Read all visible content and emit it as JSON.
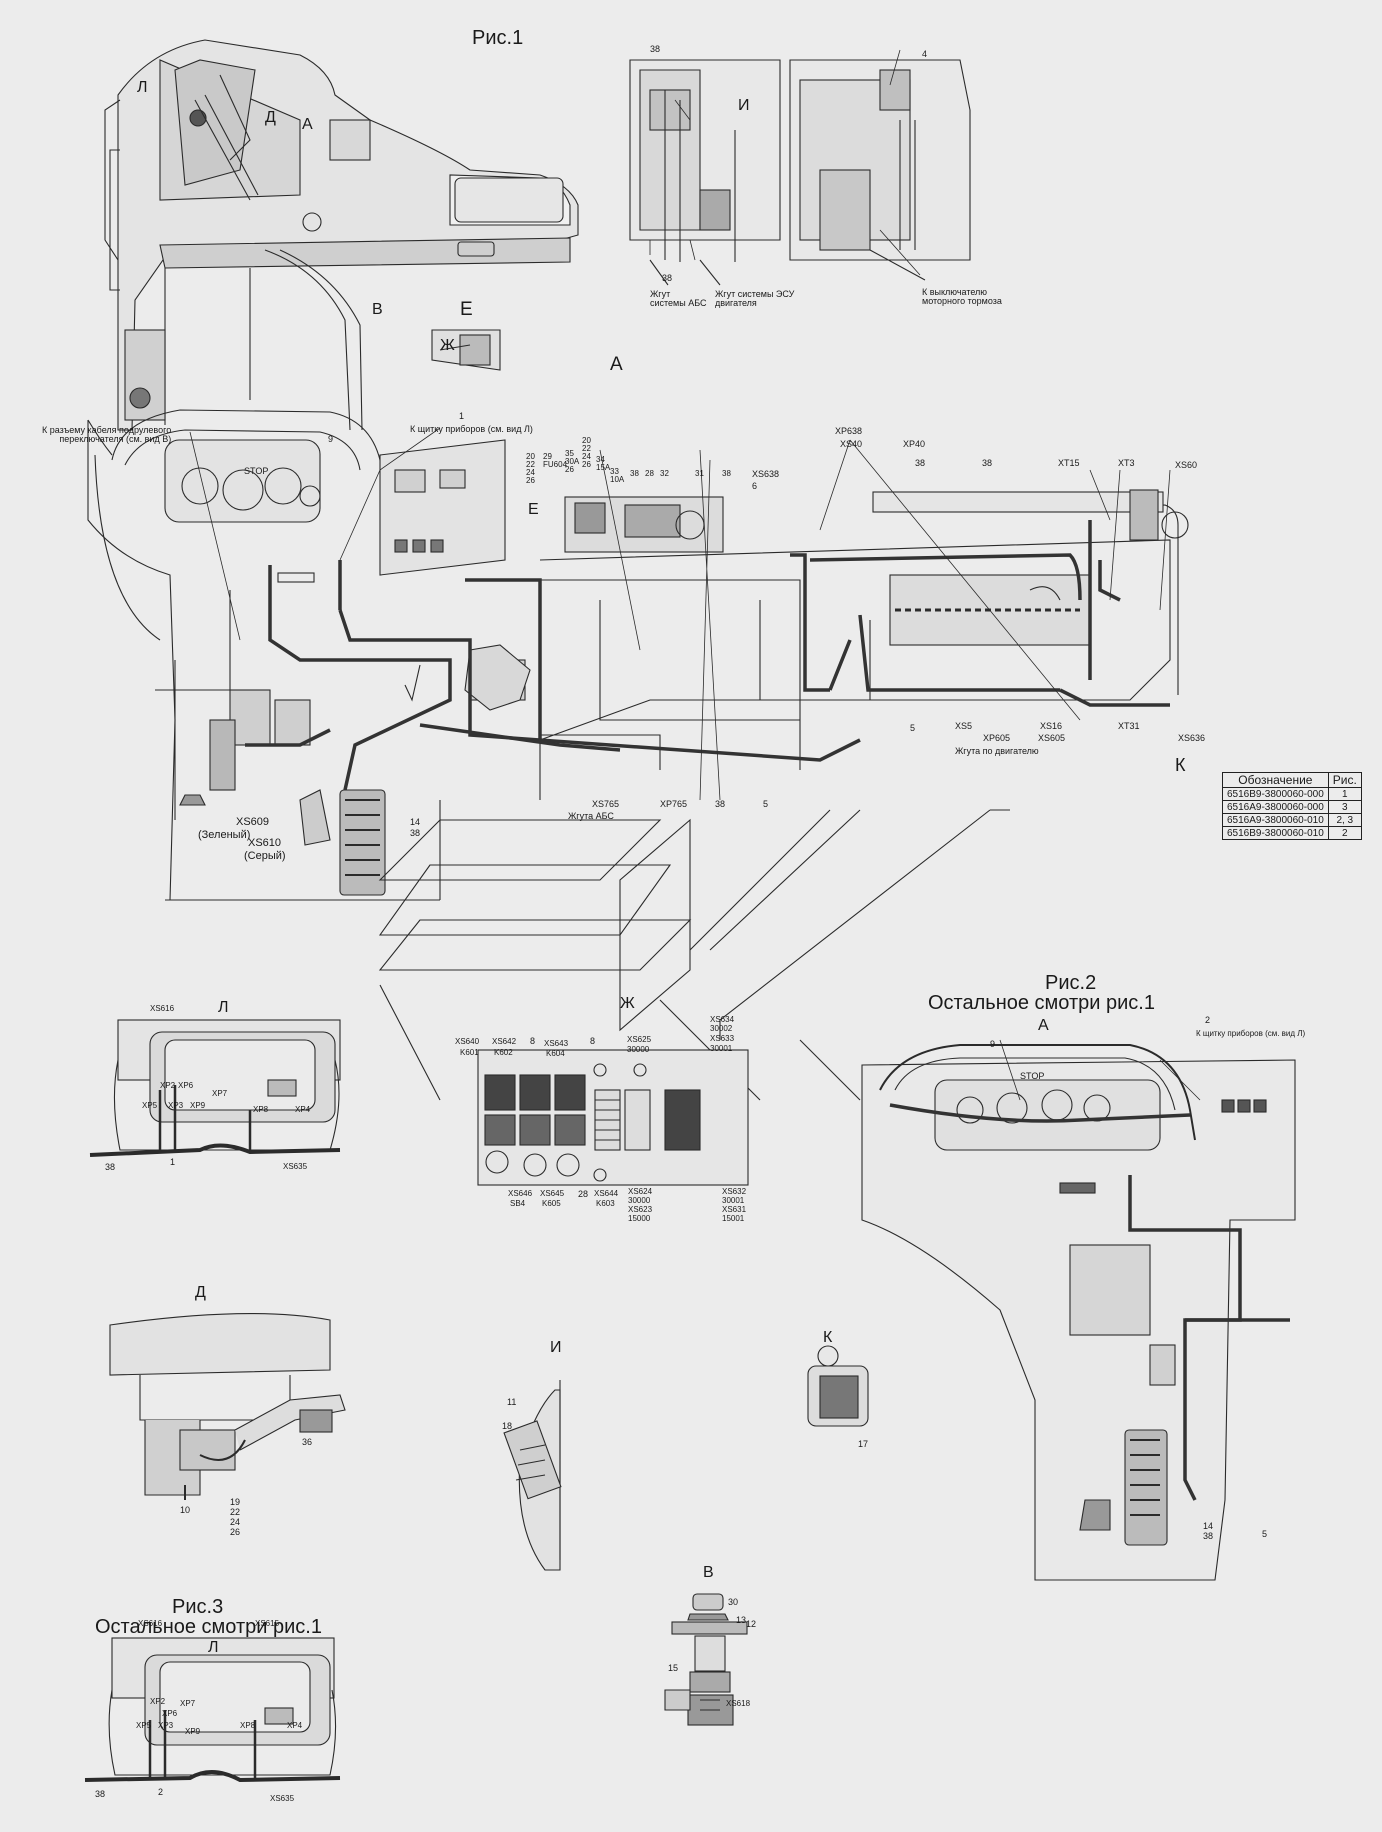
{
  "figures": {
    "fig1_title": "Рис.1",
    "fig2_title": "Рис.2",
    "fig2_note": "Остальное смотри рис.1",
    "fig3_title": "Рис.3",
    "fig3_note": "Остальное смотри рис.1"
  },
  "views": {
    "A_main": "А",
    "A_fig2": "А",
    "A_arrow": "А",
    "L_fig1": "Л",
    "L_fig3": "Л",
    "L_cab": "Л",
    "D": "Д",
    "D_cab": "Д",
    "E": "Е",
    "E_panel": "Е",
    "Zh": "Ж",
    "Zh_small": "Ж",
    "I": "И",
    "I_top": "И",
    "K": "К",
    "K_arrow": "К",
    "V": "В",
    "V_cab": "В"
  },
  "top_right": {
    "n38": "38",
    "n38b": "38",
    "n4": "4",
    "harness_abs": "Жгут\nсистемы АБС",
    "harness_esu": "Жгут системы ЭСУ\nдвигателя",
    "brake_switch": "К выключателю\nмоторного тормоза"
  },
  "main": {
    "cable_note": "К разъему кабеля подрулевого\nпереключателя (см. вид В)",
    "panel_note": "К щитку приборов (см. вид Л)",
    "stop": "STOP",
    "n1": "1",
    "n9": "9",
    "fuse_cols": [
      "20\n22\n24\n26",
      "29\nFU604",
      "35\n30A\n26",
      "20\n22\n24\n26",
      "34\n15A",
      "33\n10A",
      "38",
      "28",
      "32",
      "31",
      "38"
    ],
    "xp638": "XP638",
    "xs40": "XS40",
    "xs638": "XS638",
    "n6": "6",
    "xp40": "XP40",
    "n38c": "38",
    "n38d": "38",
    "xt15": "XT15",
    "xt3": "XT3",
    "xs60": "XS60",
    "xs5": "XS5",
    "n5": "5",
    "xp605": "XP605",
    "xs16": "XS16",
    "xs605": "XS605",
    "xt31": "XT31",
    "xs636": "XS636",
    "engine_harness": "Жгута по двигателю",
    "xs765": "XS765",
    "xp765": "XP765",
    "n38e": "38",
    "n5b": "5",
    "abs_harness": "Жгута АБС",
    "xs609": "XS609",
    "green": "(Зеленый)",
    "xs610": "XS610",
    "grey": "(Серый)",
    "n14": "14",
    "n38f": "38"
  },
  "spec_table": {
    "headers": [
      "Обозначение",
      "Рис."
    ],
    "rows": [
      [
        "6516В9-3800060-000",
        "1"
      ],
      [
        "6516А9-3800060-000",
        "3"
      ],
      [
        "6516А9-3800060-010",
        "2, 3"
      ],
      [
        "6516В9-3800060-010",
        "2"
      ]
    ]
  },
  "view_L": {
    "xs616": "XS616",
    "xp2": "XP2",
    "xp6": "XP6",
    "xp7": "XP7",
    "xp5": "XP5",
    "xp3": "XP3",
    "xp9": "XP9",
    "xp8": "XP8",
    "xp4": "XP4",
    "n38": "38",
    "n1": "1",
    "xs635": "XS635"
  },
  "view_Zh": {
    "top": [
      {
        "a": "XS640",
        "b": "K601"
      },
      {
        "a": "XS642",
        "b": "K602"
      },
      {
        "a": "8",
        "b": ""
      },
      {
        "a": "XS643",
        "b": "K604"
      },
      {
        "a": "8",
        "b": ""
      },
      {
        "a": "XS625",
        "b": "30000"
      },
      {
        "a": "XS634",
        "b": "30002"
      },
      {
        "a": "XS633",
        "b": "30001"
      }
    ],
    "bottom": [
      {
        "a": "XS646",
        "b": "SB4"
      },
      {
        "a": "XS645",
        "b": "K605"
      },
      {
        "a": "28",
        "b": ""
      },
      {
        "a": "XS644",
        "b": "K603"
      },
      {
        "a": "XS624",
        "b": "30000"
      },
      {
        "a": "XS623",
        "b": "15000"
      },
      {
        "a": "XS632",
        "b": "30001"
      },
      {
        "a": "XS631",
        "b": "15001"
      }
    ]
  },
  "fig2": {
    "n2": "2",
    "panel_note": "К щитку приборов (см. вид Л)",
    "n9": "9",
    "stop": "STOP",
    "n14": "14",
    "n38": "38",
    "n5": "5"
  },
  "view_D": {
    "n36": "36",
    "n10": "10",
    "n19": "19",
    "n22": "22",
    "n24": "24",
    "n26": "26"
  },
  "view_I": {
    "n11": "11",
    "n18": "18"
  },
  "view_K": {
    "n17": "17"
  },
  "view_V": {
    "n30": "30",
    "n13": "13",
    "n12": "12",
    "n15": "15",
    "xs618": "XS618"
  },
  "fig3": {
    "xs616": "XS616",
    "xs615": "XS615",
    "xp2": "XP2",
    "xp6": "XP6",
    "xp7": "XP7",
    "xp5": "XP5",
    "xp3": "XP3",
    "xp9": "XP9",
    "xp8": "XP8",
    "xp4": "XP4",
    "n38": "38",
    "n2": "2",
    "xs635": "XS635"
  },
  "colors": {
    "background": "#ececec",
    "line": "#2b2b2b",
    "fill_light": "#d4d4d4",
    "fill_dark": "#555555"
  }
}
